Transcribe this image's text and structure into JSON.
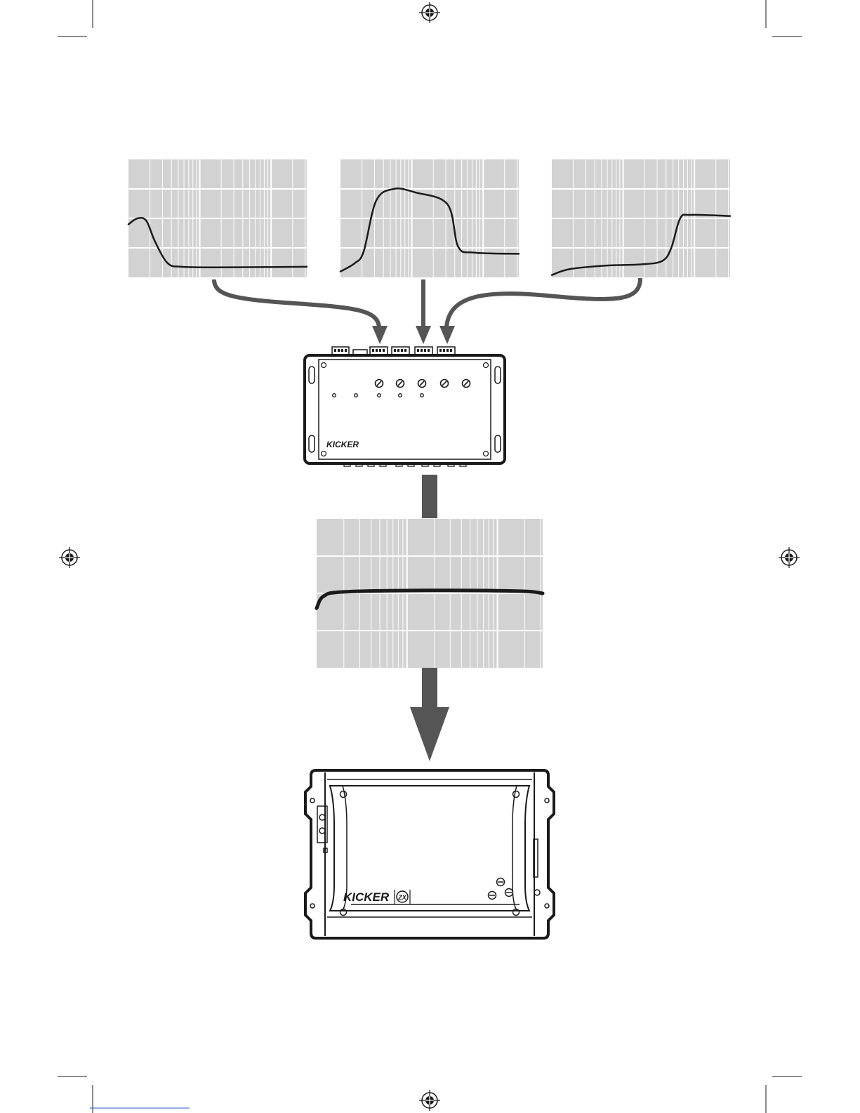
{
  "diagram": {
    "description_free": true,
    "graph_background": "#d2d2d2",
    "grid_line_color": "#ffffff",
    "curve_color": "#1a1a1a",
    "arrow_color": "#555555",
    "device_outline": "#1a1a1a"
  },
  "input_graphs": [
    {
      "name": "low-frequency-response",
      "curve": [
        [
          0,
          0.55
        ],
        [
          0.05,
          0.5
        ],
        [
          0.1,
          0.52
        ],
        [
          0.15,
          0.7
        ],
        [
          0.22,
          0.88
        ],
        [
          0.3,
          0.91
        ],
        [
          0.5,
          0.915
        ],
        [
          1,
          0.91
        ]
      ]
    },
    {
      "name": "mid-frequency-response",
      "curve": [
        [
          0,
          0.95
        ],
        [
          0.08,
          0.88
        ],
        [
          0.13,
          0.78
        ],
        [
          0.2,
          0.35
        ],
        [
          0.3,
          0.25
        ],
        [
          0.42,
          0.28
        ],
        [
          0.6,
          0.38
        ],
        [
          0.66,
          0.74
        ],
        [
          0.75,
          0.79
        ],
        [
          1,
          0.8
        ]
      ]
    },
    {
      "name": "high-frequency-response",
      "curve": [
        [
          0,
          0.98
        ],
        [
          0.1,
          0.93
        ],
        [
          0.3,
          0.9
        ],
        [
          0.5,
          0.89
        ],
        [
          0.62,
          0.86
        ],
        [
          0.67,
          0.75
        ],
        [
          0.72,
          0.5
        ],
        [
          0.78,
          0.47
        ],
        [
          1,
          0.48
        ]
      ]
    }
  ],
  "output_graph": {
    "name": "combined-flat-response",
    "curve": [
      [
        0,
        0.6
      ],
      [
        0.03,
        0.52
      ],
      [
        0.12,
        0.49
      ],
      [
        0.5,
        0.48
      ],
      [
        0.9,
        0.485
      ],
      [
        1,
        0.5
      ]
    ]
  },
  "processor": {
    "brand": "KICKER",
    "input_connector_count": 5,
    "knob_count": 5,
    "led_count": 5
  },
  "amplifier": {
    "brand": "KICKER",
    "model_badge": "ZX"
  }
}
